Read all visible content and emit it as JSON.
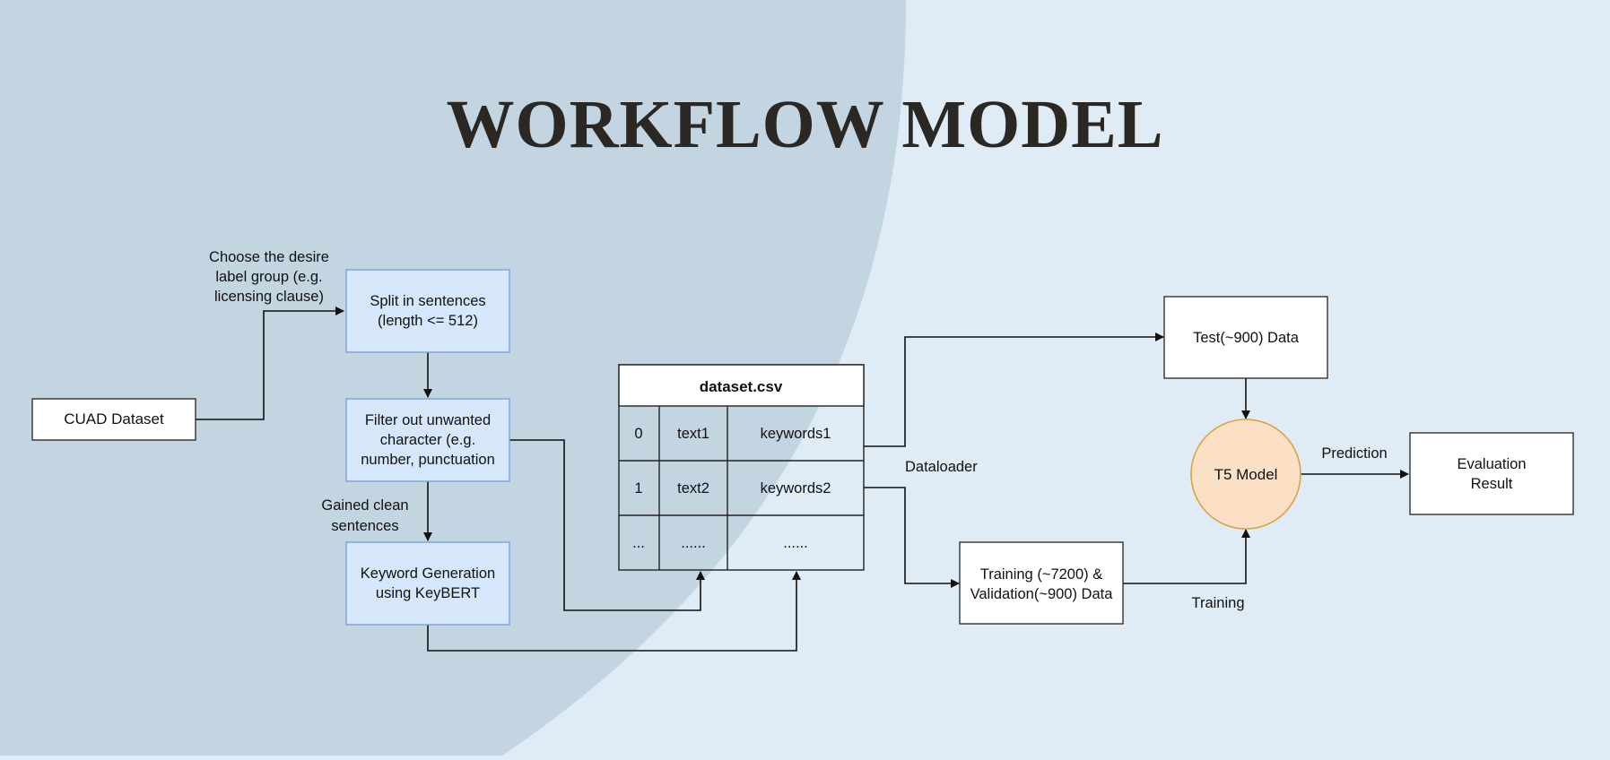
{
  "page": {
    "title": "WORKFLOW MODEL"
  },
  "diagram": {
    "nodes": {
      "cuad": "CUAD Dataset",
      "split": [
        "Split in sentences",
        "(length <= 512)"
      ],
      "filter": [
        "Filter out unwanted",
        "character (e.g.",
        "number, punctuation"
      ],
      "keyword": [
        "Keyword Generation",
        "using KeyBERT"
      ],
      "test": "Test(~900) Data",
      "train": [
        "Training (~7200) &",
        "Validation(~900) Data"
      ],
      "t5": "T5 Model",
      "eval": [
        "Evaluation",
        "Result"
      ]
    },
    "table": {
      "title": "dataset.csv",
      "rows": [
        [
          "0",
          "text1",
          "keywords1"
        ],
        [
          "1",
          "text2",
          "keywords2"
        ],
        [
          "...",
          "......",
          "......"
        ]
      ]
    },
    "edge_labels": {
      "choose": [
        "Choose the desire",
        "label group (e.g.",
        "licensing clause)"
      ],
      "gained": [
        "Gained clean",
        "sentences"
      ],
      "dataloader": "Dataloader",
      "training": "Training",
      "prediction": "Prediction"
    },
    "colors": {
      "background": "#dfebf5",
      "circle_shade": "#c2d5e1",
      "process_fill": "#d6e7fb",
      "process_stroke": "#7ea6d8",
      "model_fill": "#fbe0c5",
      "model_stroke": "#d9a441",
      "title": "#2b2824"
    }
  }
}
